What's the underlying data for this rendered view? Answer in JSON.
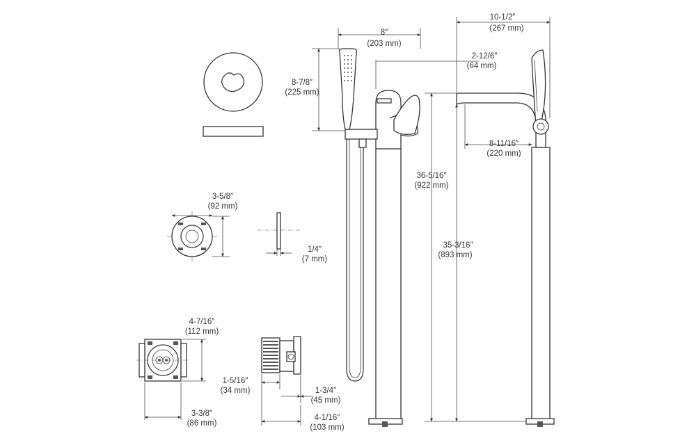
{
  "dimensions": {
    "flange_width": "8″",
    "flange_width_mm": "(203 mm)",
    "handshower_height": "8-7/8″",
    "handshower_height_mm": "(225 mm)",
    "spout_reach": "10-1/2″",
    "spout_reach_mm": "(267 mm)",
    "column_offset": "2-12/6″",
    "column_offset_mm": "(64 mm)",
    "spout_depth": "8-11/16″",
    "spout_depth_mm": "(220 mm)",
    "overall_height": "36-5/16″",
    "overall_height_mm": "(922 mm)",
    "spout_height": "35-3/16″",
    "spout_height_mm": "(893 mm)",
    "escutcheon_diameter": "3-5/8″",
    "escutcheon_diameter_mm": "(92 mm)",
    "plate_thickness": "1/4″",
    "plate_thickness_mm": "(7 mm)",
    "valve_height": "4-7/16″",
    "valve_height_mm": "(112 mm)",
    "valve_width": "3-3/8″",
    "valve_width_mm": "(86 mm)",
    "valve_body_depth": "1-5/16″",
    "valve_body_depth_mm": "(34 mm)",
    "valve_extension": "1-3/4″",
    "valve_extension_mm": "(45 mm)",
    "valve_total_depth": "4-1/16″",
    "valve_total_depth_mm": "(103 mm)"
  }
}
